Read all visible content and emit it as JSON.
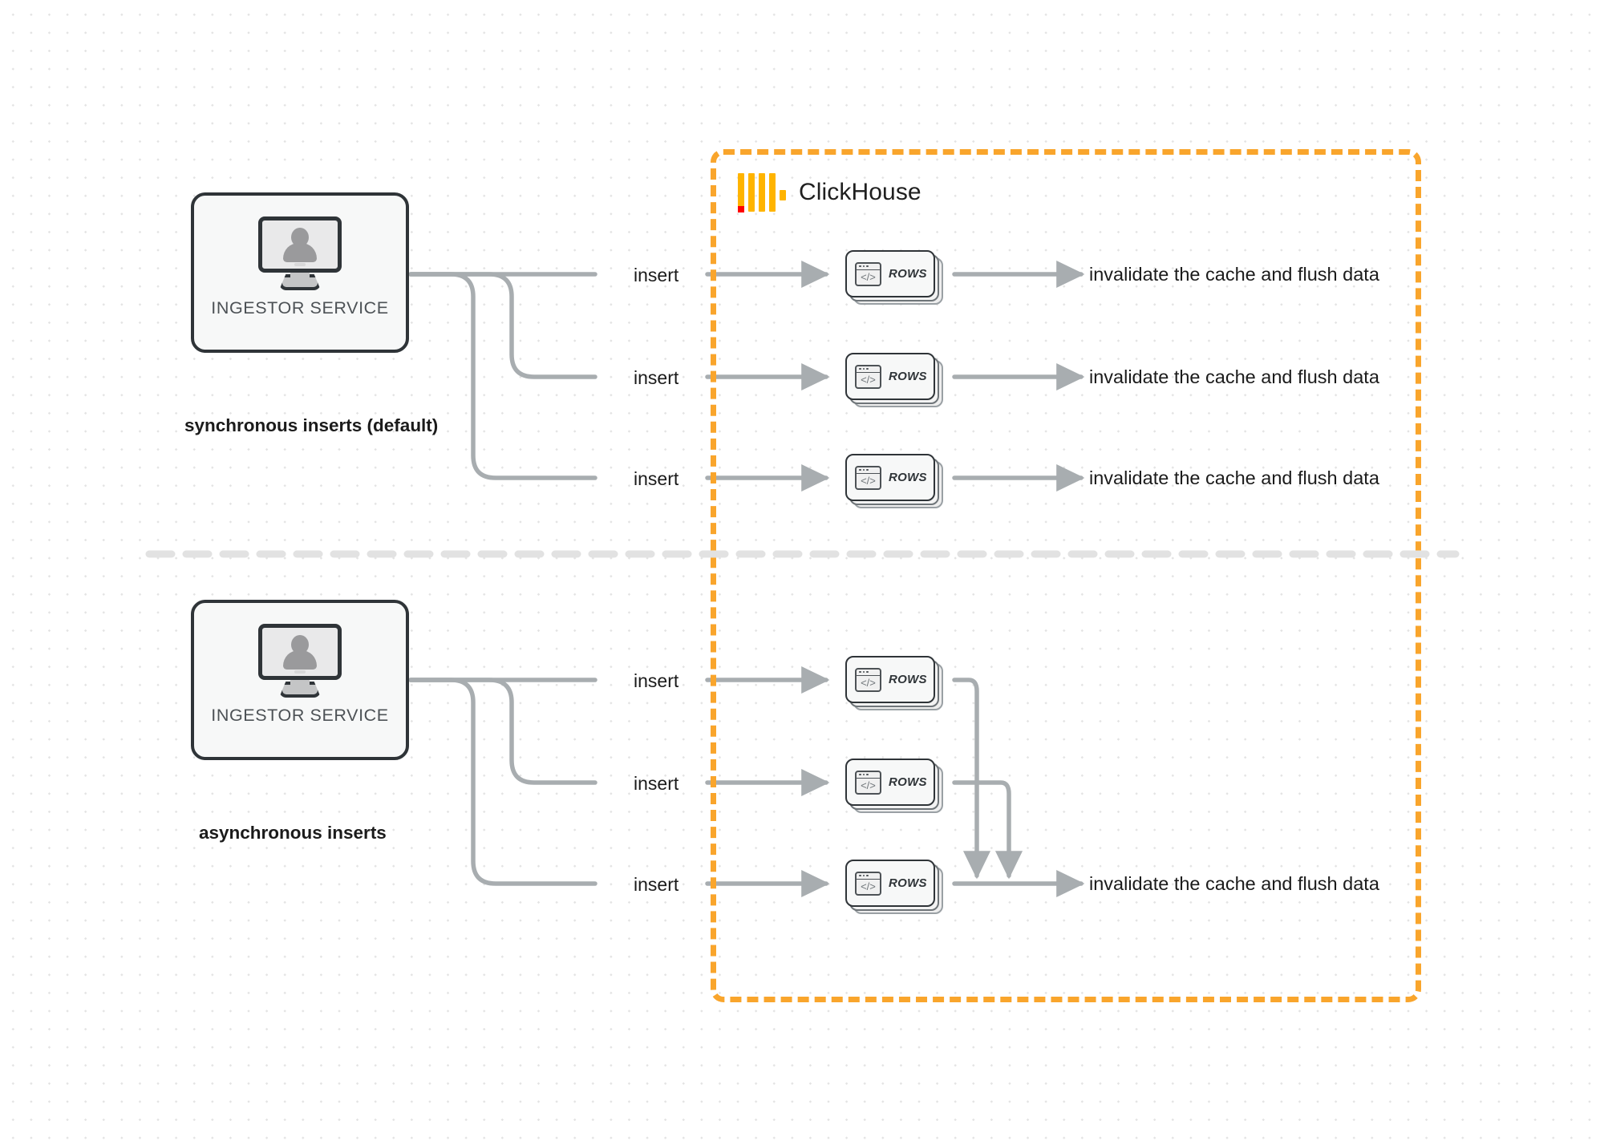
{
  "diagram": {
    "title": "ClickHouse synchronous vs asynchronous inserts",
    "colors": {
      "accent_orange": "#f9a52c",
      "logo_yellow": "#ffb400",
      "logo_red": "#ff0000",
      "wire_gray": "#a8adb0",
      "node_outline": "#2f3438",
      "text_dark": "#1b1b1b",
      "background": "#ffffff"
    }
  },
  "clickhouse_region": {
    "brand_name": "ClickHouse",
    "logo_name": "clickhouse-logo"
  },
  "sections": [
    {
      "id": "sync",
      "caption": "synchronous inserts (default)",
      "node": {
        "label": "INGESTOR SERVICE",
        "icon": "monitor-user-icon"
      },
      "edges": [
        {
          "label": "insert",
          "rows_label": "ROWS",
          "outcome": "invalidate the cache and flush data"
        },
        {
          "label": "insert",
          "rows_label": "ROWS",
          "outcome": "invalidate the cache and flush data"
        },
        {
          "label": "insert",
          "rows_label": "ROWS",
          "outcome": "invalidate the cache and flush data"
        }
      ]
    },
    {
      "id": "async",
      "caption": "asynchronous inserts",
      "node": {
        "label": "INGESTOR SERVICE",
        "icon": "monitor-user-icon"
      },
      "edges": [
        {
          "label": "insert",
          "rows_label": "ROWS",
          "outcome": ""
        },
        {
          "label": "insert",
          "rows_label": "ROWS",
          "outcome": ""
        },
        {
          "label": "insert",
          "rows_label": "ROWS",
          "outcome": "invalidate the cache and flush data"
        }
      ]
    }
  ]
}
